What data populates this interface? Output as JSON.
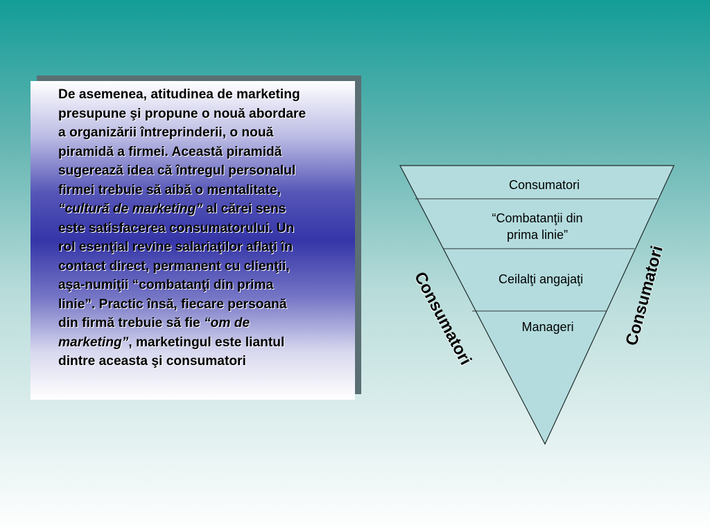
{
  "paragraph": {
    "l1": "De asemenea, atitudinea de marketing",
    "l2": "presupune şi propune o nouă abordare",
    "l3": "a organizării întreprinderii, o nouă",
    "l4": "piramidă a firmei. Această piramidă",
    "l5": "sugerează idea că întregul personalul",
    "l6": "firmei trebuie să aibă o mentalitate,",
    "l7_italic": "“cultură de marketing”",
    "l7_rest": " al cărei sens",
    "l8": "este satisfacerea consumatorului. Un",
    "l9": "rol esenţial revine salariaţilor aflaţi în",
    "l10": "contact direct, permanent cu clienţii,",
    "l11": "aşa-numiţii “combatanţi din prima",
    "l12": "linie”. Practic însă, fiecare persoană",
    "l13_a": "din firmă trebuie să fie ",
    "l13_italic": "“om de",
    "l14_italic": "marketing”",
    "l14_rest": ", marketingul este liantul",
    "l15": "dintre aceasta şi consumatori"
  },
  "pyramid": {
    "level1": "Consumatori",
    "level2_line1": "“Combatanţii din",
    "level2_line2": "prima linie”",
    "level3": "Ceilalţi angajaţi",
    "level4": "Manageri",
    "fill_color": "#b4dcde",
    "stroke_color": "#1f2a2a"
  },
  "side_labels": {
    "left": "Consumatori",
    "right": "Consumatori"
  }
}
